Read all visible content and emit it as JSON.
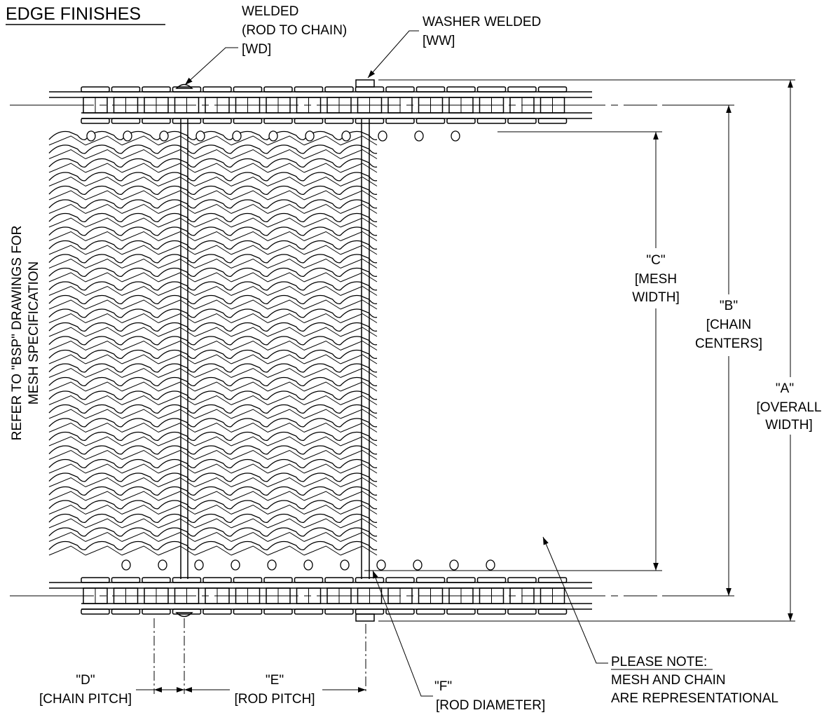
{
  "title": "EDGE FINISHES",
  "side_note": [
    "REFER TO \"BSP\" DRAWINGS FOR",
    "MESH SPECIFICATION"
  ],
  "callouts": {
    "welded": [
      "WELDED",
      "(ROD TO CHAIN)",
      "[WD]"
    ],
    "washer_welded": [
      "WASHER WELDED",
      "[WW]"
    ]
  },
  "dimensions": {
    "a": [
      "\"A\"",
      "[OVERALL",
      "WIDTH]"
    ],
    "b": [
      "\"B\"",
      "[CHAIN",
      "CENTERS]"
    ],
    "c": [
      "\"C\"",
      "[MESH",
      "WIDTH]"
    ],
    "d": [
      "\"D\"",
      "[CHAIN PITCH]"
    ],
    "e": [
      "\"E\"",
      "[ROD PITCH]"
    ],
    "f": [
      "\"F\"",
      "[ROD DIAMETER]"
    ]
  },
  "note": {
    "heading": "PLEASE NOTE:",
    "lines": [
      "MESH AND CHAIN",
      "ARE REPRESENTATIONAL"
    ]
  },
  "colors": {
    "line": "#000000",
    "background": "#ffffff"
  }
}
